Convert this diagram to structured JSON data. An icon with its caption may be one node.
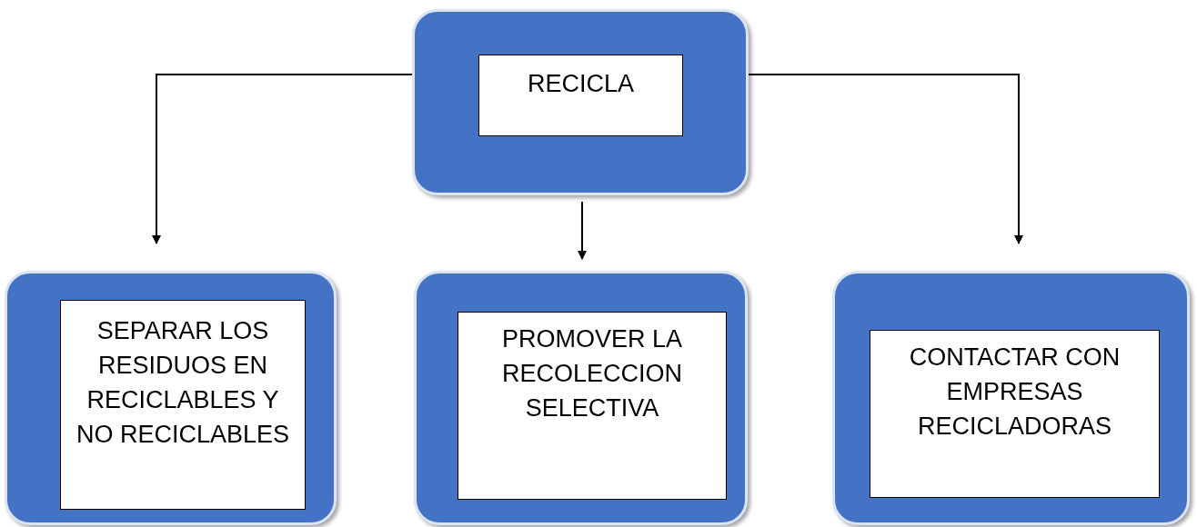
{
  "diagram": {
    "nodes": [
      {
        "text": [],
        "shape": "box"
      },
      {
        "text": [
          "RECICLA"
        ],
        "in": 0
      },
      {
        "text": [],
        "shape": "box"
      },
      {
        "text": [
          "SEPARAR LOS RESIDUOS EN RECICLABLES Y NO RECICLABLES"
        ],
        "in": 2
      },
      {
        "text": [],
        "shape": "box"
      },
      {
        "text": [
          "PROMOVER LA RECOLECCION SELECTIVA"
        ],
        "in": 4
      },
      {
        "text": [],
        "shape": "box"
      },
      {
        "text": [
          "CONTACTAR CON EMPRESAS RECICLADORAS"
        ],
        "in": 6
      }
    ],
    "edges": [
      {
        "from": 0,
        "to": 2,
        "arrow": "to"
      },
      {
        "from": 0,
        "to": 4,
        "arrow": "to"
      },
      {
        "from": 0,
        "to": 6,
        "arrow": "to"
      }
    ]
  }
}
